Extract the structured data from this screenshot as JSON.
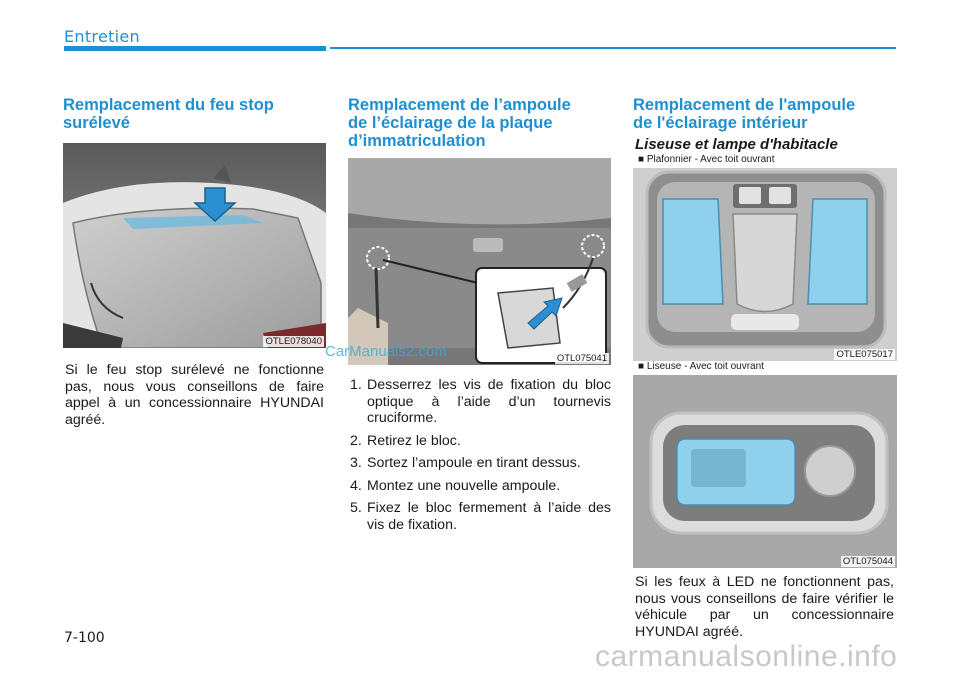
{
  "header": {
    "section": "Entretien"
  },
  "col1": {
    "title_line1": "Remplacement du feu stop",
    "title_line2": "surélevé",
    "figure_code": "OTLE078040",
    "paragraph": "Si le feu stop surélevé ne fonctionne pas, nous vous conseillons de faire appel à un concessionnaire HYUNDAI agréé."
  },
  "col2": {
    "title_line1": "Remplacement de l’ampoule",
    "title_line2": "de l’éclairage de la plaque",
    "title_line3": "d’immatriculation",
    "figure_code": "OTL075041",
    "steps": [
      {
        "num": "1.",
        "text": "Desserrez les vis de fixation du bloc optique à l’aide d’un tournevis cruciforme."
      },
      {
        "num": "2.",
        "text": "Retirez le bloc."
      },
      {
        "num": "3.",
        "text": "Sortez l’ampoule en tirant dessus."
      },
      {
        "num": "4.",
        "text": "Montez une nouvelle ampoule."
      },
      {
        "num": "5.",
        "text": "Fixez le bloc fermement à l’aide des vis de fixation."
      }
    ]
  },
  "col3": {
    "title_line1": "Remplacement de l'ampoule",
    "title_line2": "de l'éclairage intérieur",
    "subtitle": "Liseuse et lampe d'habitacle",
    "figure1_caption": "■ Plafonnier - Avec toit ouvrant",
    "figure1_code": "OTLE075017",
    "figure2_caption": "■ Liseuse - Avec toit ouvrant",
    "figure2_code": "OTL075044",
    "paragraph": "Si les feux à LED ne fonctionnent pas, nous vous conseillons de faire vérifier le véhicule par un concessionnaire HYUNDAI agréé."
  },
  "footer": {
    "page_number": "7-100"
  },
  "watermarks": {
    "overlay": "CarManuals2.com",
    "site": "carmanualsonline.info"
  },
  "colors": {
    "accent": "#1f8fd0",
    "light_blue": "#8fd0ec"
  }
}
